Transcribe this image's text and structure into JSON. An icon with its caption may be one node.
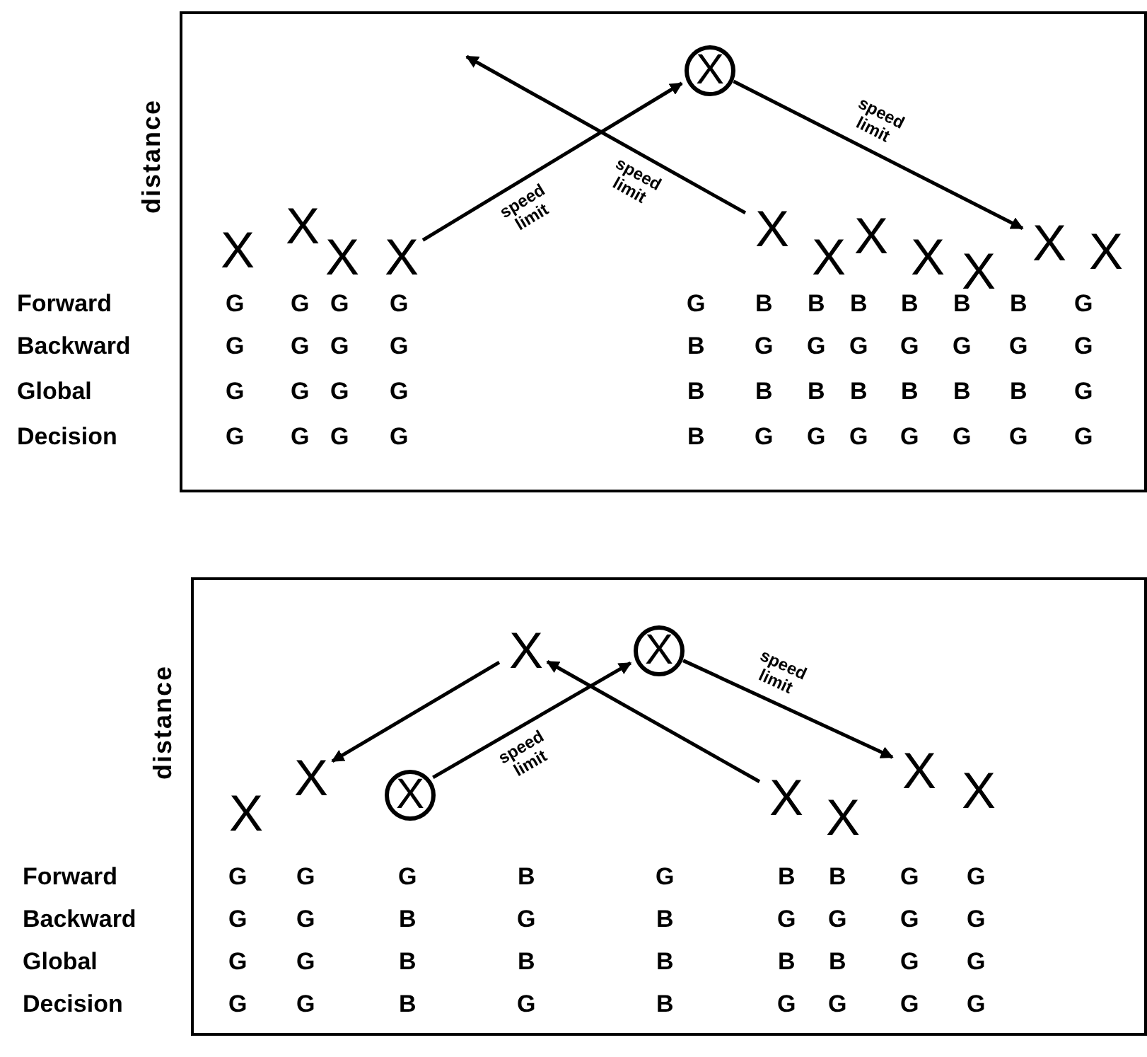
{
  "diagram": {
    "nodes": [
      {
        "text": [
          "distance"
        ]
      },
      {
        "text": [
          "X"
        ],
        "in": 0
      },
      {
        "text": [
          "X"
        ],
        "in": 0
      },
      {
        "text": [
          "X"
        ],
        "in": 0
      },
      {
        "text": [
          "X"
        ],
        "in": 0
      },
      {
        "text": [
          "X"
        ],
        "in": 0
      },
      {
        "text": [
          "X"
        ],
        "in": 0
      },
      {
        "text": [
          "X"
        ],
        "in": 0
      },
      {
        "text": [
          "X"
        ],
        "in": 0
      },
      {
        "text": [
          "X"
        ],
        "in": 0
      },
      {
        "text": [
          "X"
        ],
        "in": 0
      },
      {
        "text": [
          "X"
        ],
        "in": 0
      },
      {
        "text": [
          "X"
        ],
        "in": 0
      },
      {
        "text": [
          "distance"
        ]
      },
      {
        "text": [
          "X"
        ],
        "in": 13
      },
      {
        "text": [
          "X"
        ],
        "in": 13
      },
      {
        "text": [
          "X"
        ],
        "in": 13
      },
      {
        "text": [
          "X"
        ],
        "in": 13
      },
      {
        "text": [
          "X"
        ],
        "in": 13
      },
      {
        "text": [
          "X"
        ],
        "in": 13
      },
      {
        "text": [
          "X"
        ],
        "in": 13
      },
      {
        "text": [
          "X"
        ],
        "in": 13
      },
      {
        "text": [
          "X"
        ],
        "in": 13
      }
    ],
    "edges": [
      {
        "from": 4,
        "to": 5,
        "arrow": "to",
        "label": "speed limit"
      },
      {
        "from": 6,
        "to": null,
        "arrow": "to",
        "label": "speed limit"
      },
      {
        "from": 5,
        "to": 11,
        "arrow": "to",
        "label": "speed limit"
      },
      {
        "from": 17,
        "to": 15,
        "arrow": "to"
      },
      {
        "from": 16,
        "to": 18,
        "arrow": "to",
        "label": "speed limit"
      },
      {
        "from": 19,
        "to": 17,
        "arrow": "to"
      },
      {
        "from": 18,
        "to": 21,
        "arrow": "to",
        "label": "speed limit"
      }
    ],
    "labels": [
      "Forward",
      "G",
      "G",
      "G",
      "G",
      "G",
      "B",
      "B",
      "B",
      "B",
      "B",
      "B",
      "G",
      "Backward",
      "G",
      "G",
      "G",
      "G",
      "B",
      "G",
      "G",
      "G",
      "G",
      "G",
      "G",
      "G",
      "Global",
      "G",
      "G",
      "G",
      "G",
      "B",
      "B",
      "B",
      "B",
      "B",
      "B",
      "B",
      "G",
      "Decision",
      "G",
      "G",
      "G",
      "G",
      "B",
      "G",
      "G",
      "G",
      "G",
      "G",
      "G",
      "G",
      "Forward",
      "G",
      "G",
      "G",
      "B",
      "G",
      "B",
      "B",
      "G",
      "G",
      "Backward",
      "G",
      "G",
      "B",
      "G",
      "B",
      "G",
      "G",
      "G",
      "G",
      "Global",
      "G",
      "G",
      "B",
      "B",
      "B",
      "B",
      "B",
      "G",
      "G",
      "Decision",
      "G",
      "G",
      "B",
      "G",
      "B",
      "G",
      "G",
      "G",
      "G"
    ]
  }
}
